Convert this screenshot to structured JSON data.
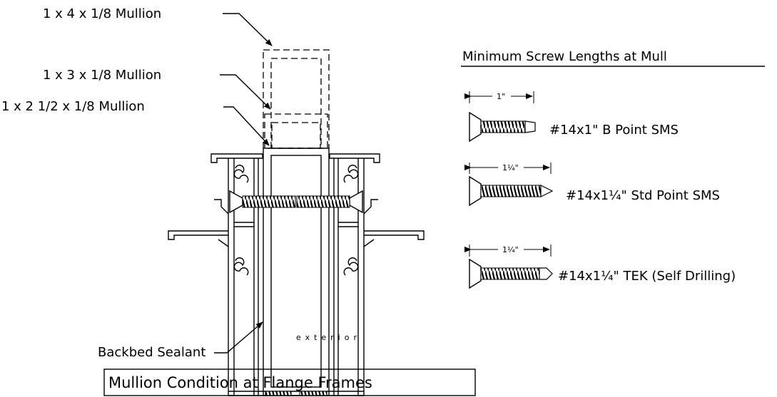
{
  "labels": {
    "mullion_4": "1 x 4 x 1/8 Mullion",
    "mullion_3": "1 x 3 x 1/8 Mullion",
    "mullion_2_5": "1 x 2 1/2 x 1/8 Mullion",
    "backbed": "Backbed Sealant",
    "exterior": "exterior",
    "title": "Mullion Condition at Flange Frames"
  },
  "screws": {
    "heading": "Minimum Screw Lengths at Mull",
    "items": [
      {
        "dim": "1\"",
        "label": "#14x1\" B Point SMS"
      },
      {
        "dim": "1¼\"",
        "label": "#14x1¼\" Std Point SMS"
      },
      {
        "dim": "1¼\"",
        "label": "#14x1¼\" TEK (Self Drilling)"
      }
    ]
  }
}
